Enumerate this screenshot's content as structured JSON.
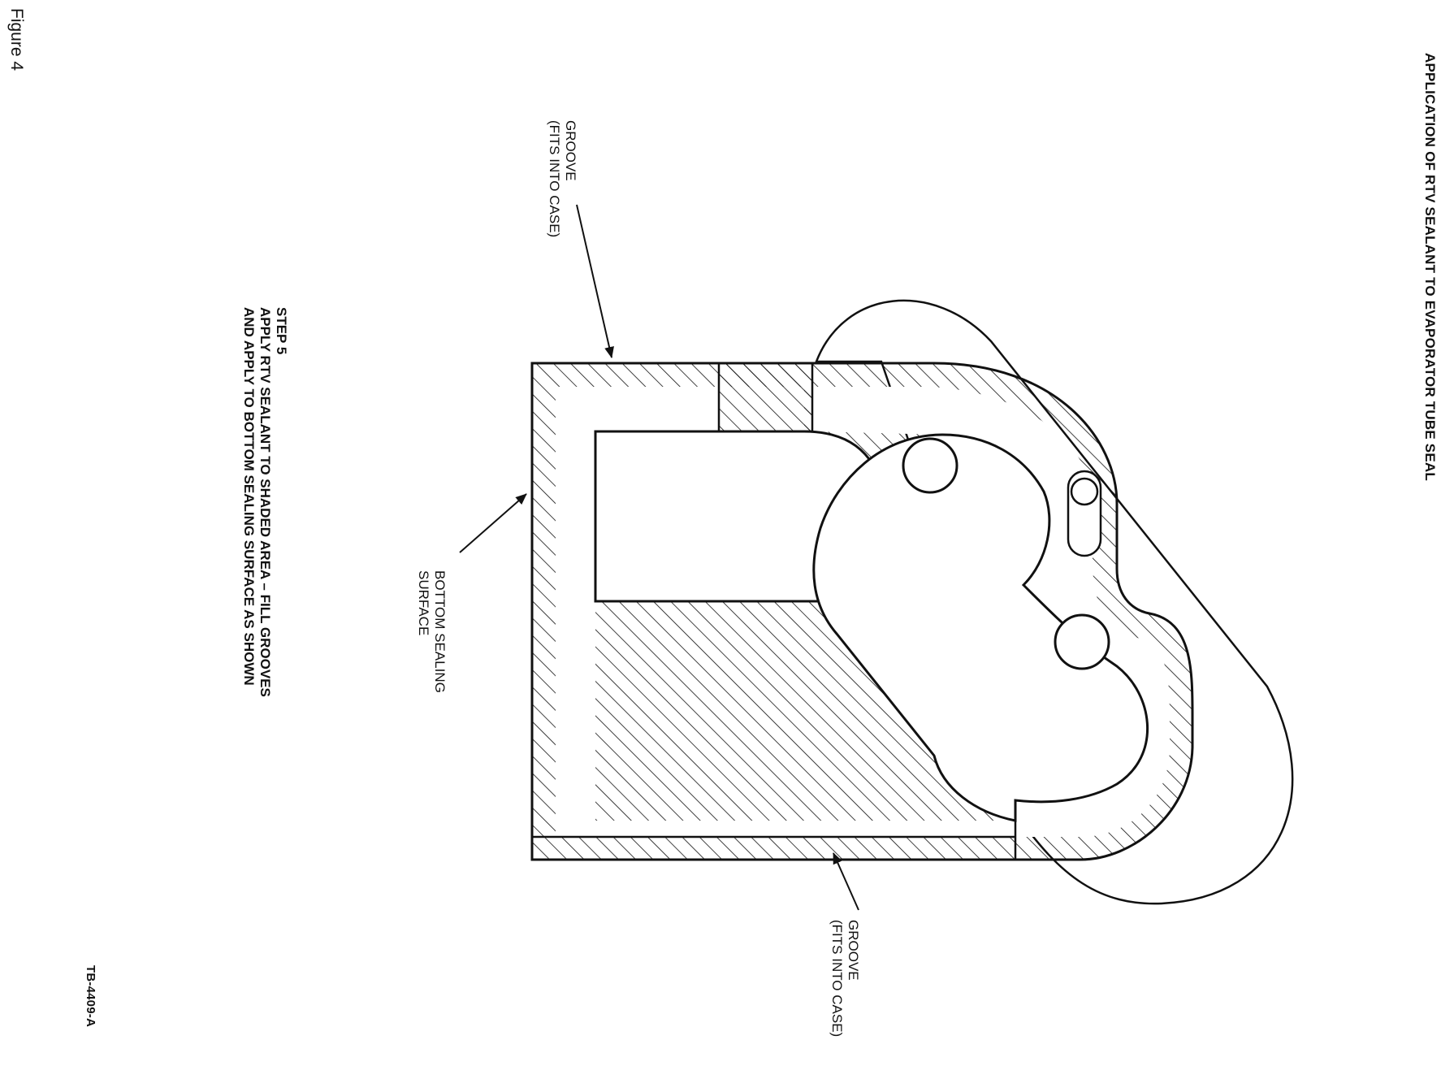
{
  "title": "APPLICATION OF RTV SEALANT TO EVAPORATOR TUBE SEAL",
  "figure_label": "Figure 4",
  "step": {
    "heading": "STEP 5",
    "line1": "APPLY RTV SEALANT TO SHADED AREA – FILL GROOVES",
    "line2": "AND APPLY TO BOTTOM SEALING SURFACE AS SHOWN"
  },
  "callouts": {
    "groove_top": {
      "line1": "GROOVE",
      "line2": "(FITS INTO CASE)"
    },
    "groove_bottom": {
      "line1": "GROOVE",
      "line2": "(FITS INTO CASE)"
    },
    "bottom_sealing": {
      "line1": "BOTTOM SEALING",
      "line2": "SURFACE"
    }
  },
  "drawing_number": "TB-4409-A"
}
